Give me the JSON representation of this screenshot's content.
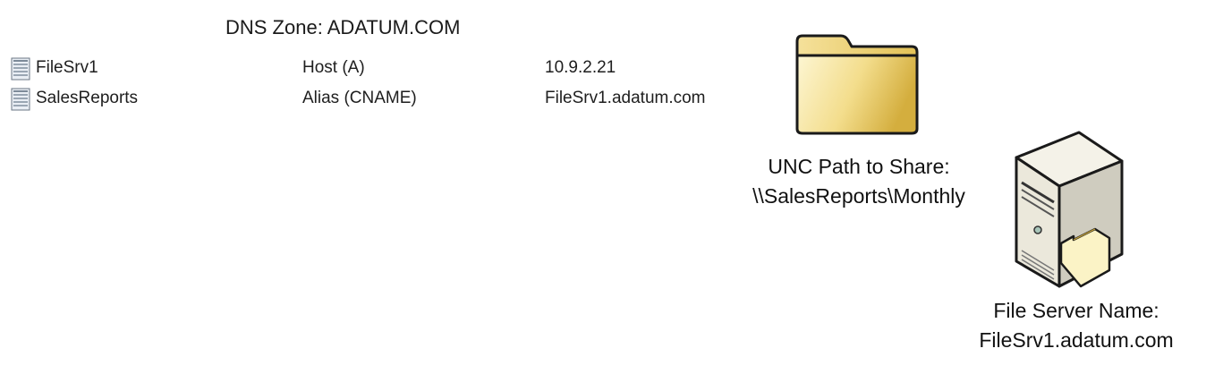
{
  "dns_zone": {
    "title": "DNS Zone: ADATUM.COM"
  },
  "records": [
    {
      "name": "FileSrv1",
      "type": "Host (A)",
      "data": "10.9.2.21",
      "icon": "dns-record-icon"
    },
    {
      "name": "SalesReports",
      "type": "Alias (CNAME)",
      "data": "FileSrv1.adatum.com",
      "icon": "dns-record-icon"
    }
  ],
  "share": {
    "icon": "folder-icon",
    "label_line1": "UNC Path to Share:",
    "label_line2": "\\\\SalesReports\\Monthly"
  },
  "server": {
    "icon": "file-server-icon",
    "label_line1": "File Server Name:",
    "label_line2": "FileSrv1.adatum.com"
  },
  "colors": {
    "folder_light": "#fbf3c6",
    "folder_dark": "#d8b64c",
    "server_body": "#f2f0e4",
    "server_shadow": "#bdbbb0"
  }
}
